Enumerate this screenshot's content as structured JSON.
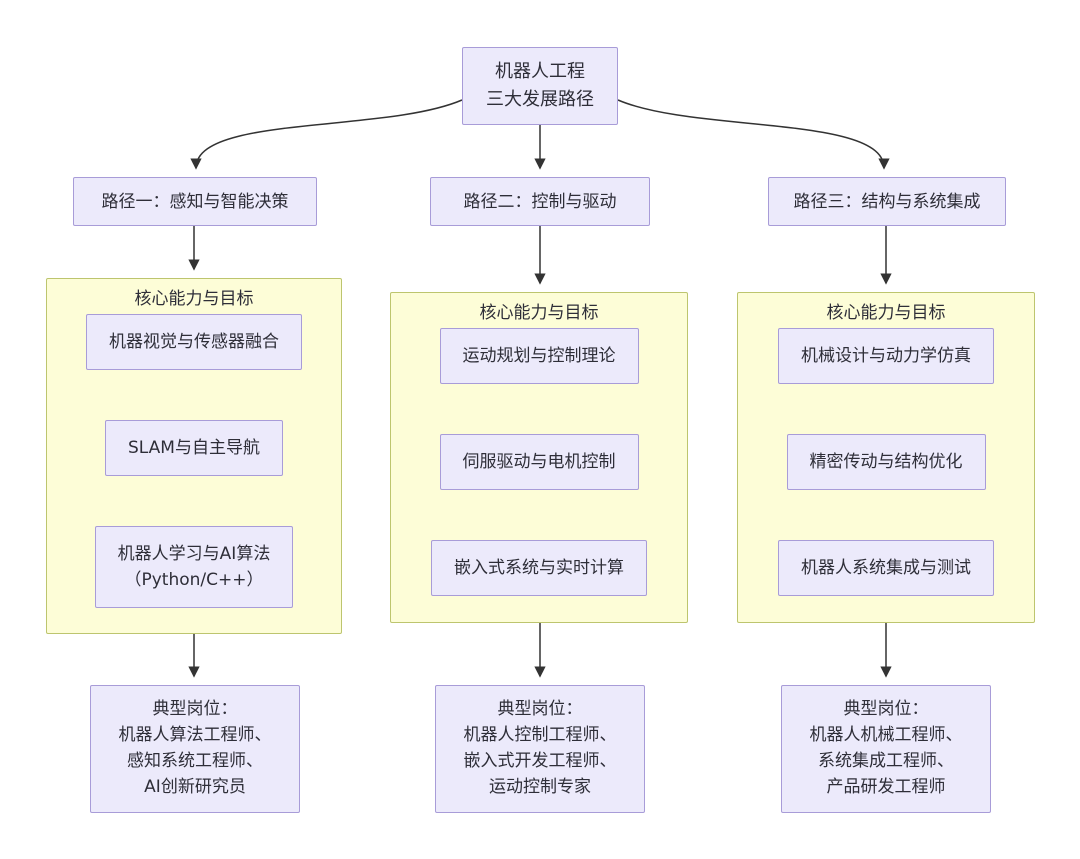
{
  "root_label": "机器人工程\n三大发展路径",
  "columns": [
    {
      "path_label": "路径一：感知与智能决策",
      "container_title": "核心能力与目标",
      "items": [
        "机器视觉与传感器融合",
        "SLAM与自主导航",
        "机器人学习与AI算法\n（Python/C++）"
      ],
      "job_label": "典型岗位：\n机器人算法工程师、\n感知系统工程师、\nAI创新研究员"
    },
    {
      "path_label": "路径二：控制与驱动",
      "container_title": "核心能力与目标",
      "items": [
        "运动规划与控制理论",
        "伺服驱动与电机控制",
        "嵌入式系统与实时计算"
      ],
      "job_label": "典型岗位：\n机器人控制工程师、\n嵌入式开发工程师、\n运动控制专家"
    },
    {
      "path_label": "路径三：结构与系统集成",
      "container_title": "核心能力与目标",
      "items": [
        "机械设计与动力学仿真",
        "精密传动与结构优化",
        "机器人系统集成与测试"
      ],
      "job_label": "典型岗位：\n机器人机械工程师、\n系统集成工程师、\n产品研发工程师"
    }
  ],
  "colors": {
    "node_fill": "#eceafb",
    "node_border": "#a89cd8",
    "cluster_fill": "#fdfdd7",
    "cluster_border": "#bdc56e",
    "edge": "#333333"
  }
}
